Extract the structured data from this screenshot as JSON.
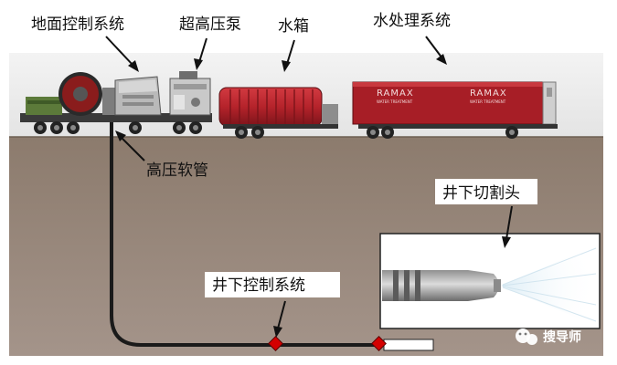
{
  "labels": {
    "ground_control": "地面控制系统",
    "pump": "超高压泵",
    "water_tank": "水箱",
    "water_treatment": "水处理系统",
    "hose": "高压软管",
    "downhole_head": "井下切割头",
    "downhole_control": "井下控制系统",
    "trailer_brand_1": "RAMAX",
    "trailer_brand_2": "RAMAX",
    "trailer_sub_1": "WATER TREATMENT",
    "trailer_sub_2": "WATER TREATMENT"
  },
  "watermark": {
    "text": "搜导师"
  },
  "colors": {
    "sky": "#ececec",
    "ground": "#9b8a7b",
    "tank_red": "#b5232b",
    "treatment_red": "#a71e26",
    "hose": "#222222",
    "node": "#d40000"
  }
}
